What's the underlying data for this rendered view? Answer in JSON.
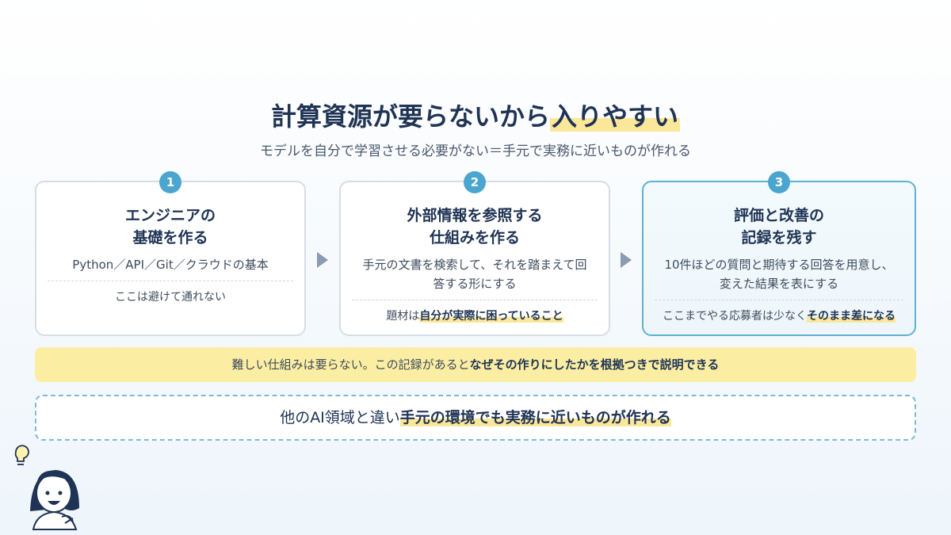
{
  "header": {
    "title_plain": "計算資源が要らないから",
    "title_highlight": "入りやすい",
    "subtitle": "モデルを自分で学習させる必要がない＝手元で実務に近いものが作れる"
  },
  "steps": [
    {
      "number": "1",
      "title_line1": "エンジニアの",
      "title_line2": "基礎を作る",
      "desc": "Python／API／Git／クラウドの基本",
      "note_plain": "ここは避けて通れない",
      "note_highlight": ""
    },
    {
      "number": "2",
      "title_line1": "外部情報を参照する",
      "title_line2": "仕組みを作る",
      "desc_line1": "手元の文書を検索して、それを踏まえて回",
      "desc_line2": "答する形にする",
      "note_plain": "題材は",
      "note_highlight": "自分が実際に困っていること"
    },
    {
      "number": "3",
      "title_line1": "評価と改善の",
      "title_line2": "記録を残す",
      "desc_line1": "10件ほどの質問と期待する回答を用意し、",
      "desc_line2": "変えた結果を表にする",
      "note_plain": "ここまでやる応募者は少なく",
      "note_highlight": "そのまま差になる"
    }
  ],
  "yellow_bar": {
    "plain": "難しい仕組みは要らない。この記録があると",
    "bold": "なぜその作りにしたかを根拠つきで説明できる"
  },
  "conclusion": {
    "plain": "他のAI領域と違い",
    "highlight": "手元の環境でも実務に近いものが作れる"
  },
  "icons": {
    "arrow": "triangle-right-icon",
    "mascot": "thinking-person-icon",
    "bulb": "lightbulb-icon"
  },
  "colors": {
    "navy": "#1f3354",
    "accent_blue": "#4aa5cf",
    "highlight_yellow": "#fbe79a"
  }
}
